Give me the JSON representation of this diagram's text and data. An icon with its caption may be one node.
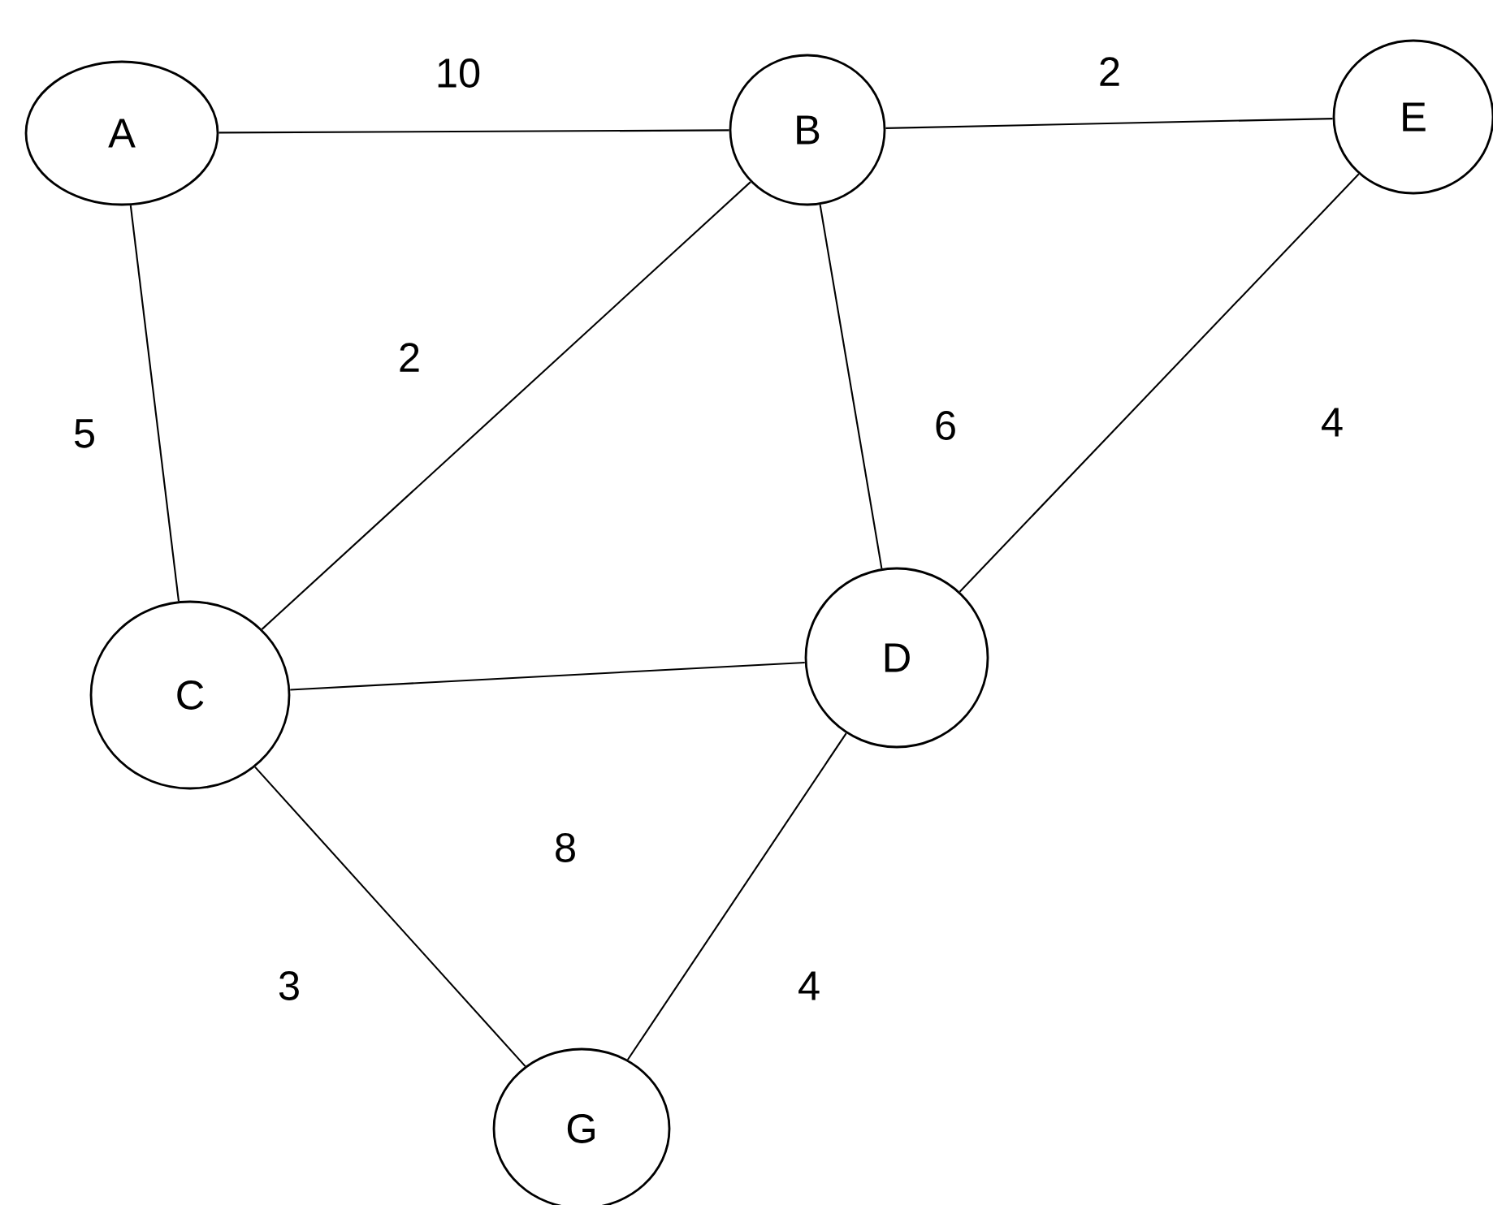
{
  "diagram": {
    "nodes": [
      {
        "text": [
          "A"
        ]
      },
      {
        "text": [
          "B"
        ]
      },
      {
        "text": [
          "E"
        ]
      },
      {
        "text": [
          "C"
        ]
      },
      {
        "text": [
          "D"
        ]
      },
      {
        "text": [
          "G"
        ]
      }
    ],
    "edges": [
      {
        "from": 0,
        "to": 1,
        "arrow": "none",
        "label": "10"
      },
      {
        "from": 1,
        "to": 2,
        "arrow": "none",
        "label": "2"
      },
      {
        "from": 0,
        "to": 3,
        "arrow": "none",
        "label": "5"
      },
      {
        "from": 1,
        "to": 3,
        "arrow": "none",
        "label": "2"
      },
      {
        "from": 1,
        "to": 4,
        "arrow": "none",
        "label": "6"
      },
      {
        "from": 2,
        "to": 4,
        "arrow": "none",
        "label": "4"
      },
      {
        "from": 3,
        "to": 4,
        "arrow": "none",
        "label": "8"
      },
      {
        "from": 3,
        "to": 5,
        "arrow": "none",
        "label": "3"
      },
      {
        "from": 4,
        "to": 5,
        "arrow": "none",
        "label": "4"
      }
    ]
  }
}
